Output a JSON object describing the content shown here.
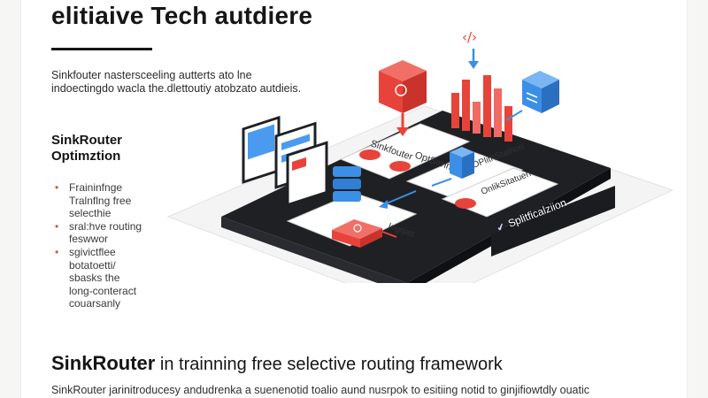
{
  "title": "elitiaive Tech autdiere",
  "intro": [
    "Sinkfouter nastersceeling autterts ato lne",
    "indoectingdo wacla the.dlettoutiy atobzato autdieis."
  ],
  "heading": [
    "SinkRouter",
    "Optimztion"
  ],
  "bullets": [
    [
      "Fraininfnge",
      "Tralnflng free",
      "selecthie"
    ],
    [
      "sral:hve routing",
      "feswwor"
    ],
    [
      "sgivictflee",
      "botatoetti/",
      "sbasks the",
      "long-conteract",
      "couarsanly"
    ]
  ],
  "section": {
    "title_bold": "SinkRouter",
    "title_rest": " in trainning free selective routing framework",
    "body": "SinkRouter jarinitroducesy andudrenka a suenenotid toalio aund nusrpok to esitiing notid to ginjifiowtdly ouatic"
  },
  "illustration": {
    "code_symbol": "‹/›",
    "card_labels": [
      "Sinkfouter",
      "OptSirnmiy",
      "OPlithStathon",
      "OnlikSitatuen",
      "Iegrjatt"
    ],
    "panel_label": "Splitficalziion",
    "colors": {
      "red": "#e8433a",
      "blue": "#3b8fe6",
      "dark": "#1f2024",
      "accent": "#ef5a4e"
    }
  }
}
